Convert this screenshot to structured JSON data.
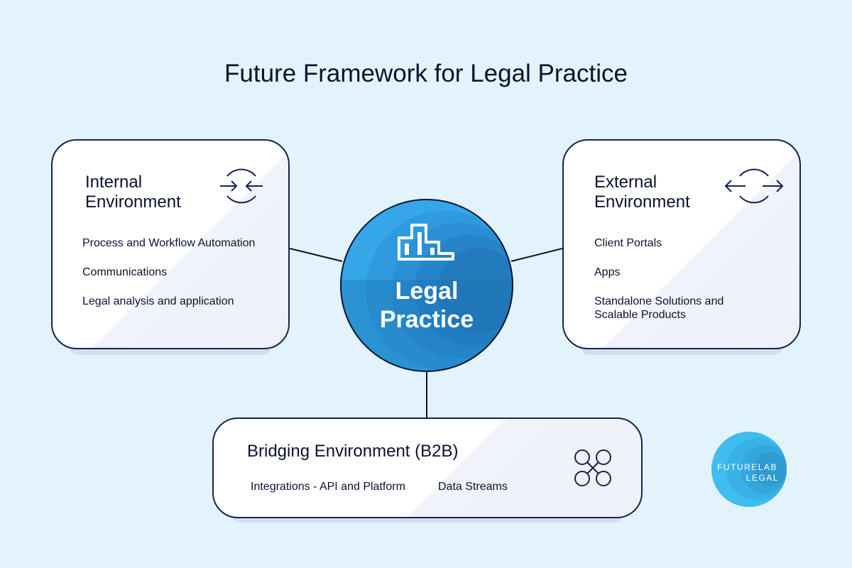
{
  "title": "Future Framework for Legal Practice",
  "hub": {
    "line1": "Legal",
    "line2": "Practice",
    "icon": "podium-icon"
  },
  "internal": {
    "title_line1": "Internal",
    "title_line2": "Environment",
    "icon": "arrows-inward-icon",
    "items": [
      "Process and Workflow Automation",
      "Communications",
      "Legal analysis and application"
    ]
  },
  "external": {
    "title_line1": "External",
    "title_line2": "Environment",
    "icon": "arrows-outward-icon",
    "items": [
      "Client Portals",
      "Apps",
      "Standalone Solutions and",
      "Scalable Products"
    ]
  },
  "bridging": {
    "title": "Bridging Environment (B2B)",
    "icon": "network-nodes-icon",
    "items": [
      "Integrations - API and Platform",
      "Data Streams"
    ]
  },
  "logo": {
    "line1": "FUTURELAB",
    "line2": "LEGAL"
  },
  "colors": {
    "background": "#e3f3fb",
    "border": "#142452",
    "hub": "#2d8fd6",
    "logo": "#3fbdf0"
  }
}
